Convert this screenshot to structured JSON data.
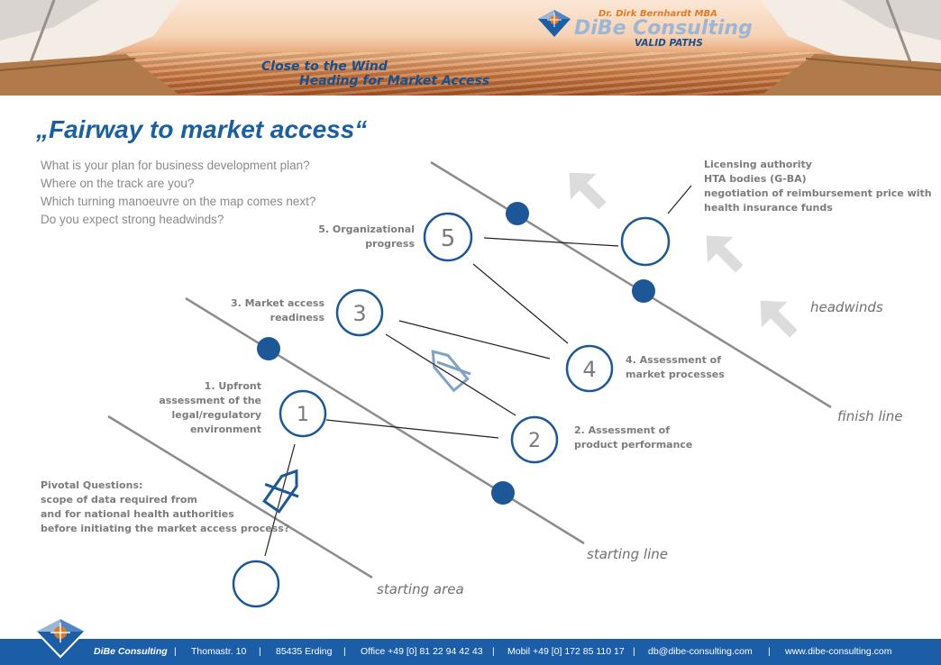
{
  "banner": {
    "slogan_line1": "Close to the Wind",
    "slogan_line2": "Heading for Market Access",
    "logo_person": "Dr. Dirk Bernhardt MBA",
    "logo_name": "DiBe Consulting",
    "logo_tagline": "VALID PATHS"
  },
  "title": "„Fairway to market access“",
  "questions": [
    "What is your plan for business development plan?",
    "Where on the track are you?",
    "Which turning manoeuvre on the map comes next?",
    "Do you expect strong headwinds?"
  ],
  "steps": [
    {
      "number": "1",
      "label_lines": [
        "1. Upfront",
        "assessment of the",
        "legal/regulatory",
        "environment"
      ]
    },
    {
      "number": "2",
      "label_lines": [
        "2. Assessment of",
        "product performance"
      ]
    },
    {
      "number": "3",
      "label_lines": [
        "3. Market access",
        "readiness"
      ]
    },
    {
      "number": "4",
      "label_lines": [
        "4. Assessment of",
        "market processes"
      ]
    },
    {
      "number": "5",
      "label_lines": [
        "5. Organizational",
        "progress"
      ]
    }
  ],
  "licensing_lines": [
    "Licensing authority",
    "HTA bodies (G-BA)",
    "negotiation of reimbursement price with",
    "health insurance funds"
  ],
  "pivotal_lines": [
    "Pivotal Questions:",
    "scope of data required from",
    "and for national health authorities",
    "before initiating the market access process?"
  ],
  "line_labels": {
    "starting_area": "starting area",
    "starting_line": "starting line",
    "finish_line": "finish line",
    "headwinds": "headwinds"
  },
  "colors": {
    "accent_blue": "#1b5ea7",
    "circle_border": "#1d5797",
    "track_gray": "#8c8c8c",
    "arrow_gray": "#dcdcdc",
    "label_gray": "#7c7c7c"
  },
  "footer": {
    "company": "DiBe Consulting",
    "street": "Thomastr. 10",
    "city": "85435 Erding",
    "office": "Office +49 [0] 81 22 94 42 43",
    "mobile": "Mobil  +49 [0] 172 85 110 17",
    "email": "db@dibe-consulting.com",
    "web": "www.dibe-consulting.com",
    "separator": "|"
  }
}
